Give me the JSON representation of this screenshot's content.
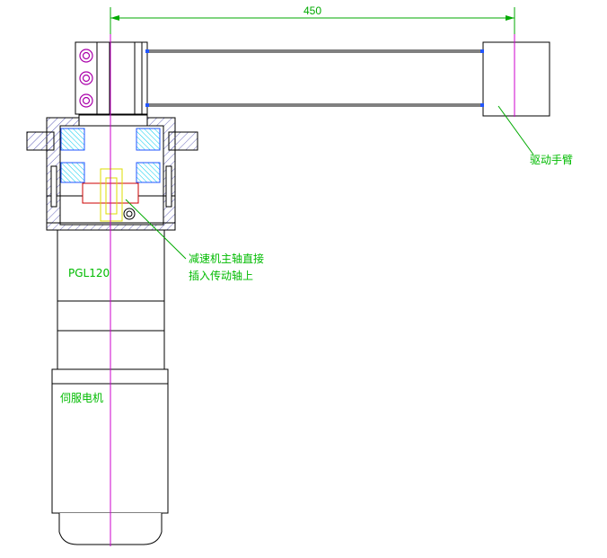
{
  "dimension": {
    "value": "450"
  },
  "labels": {
    "drive_arm": "驱动手臂",
    "reducer_note_line1": "减速机主轴直接",
    "reducer_note_line2": "插入传动轴上",
    "reducer_model": "PGL120",
    "servo_motor": "伺服电机"
  },
  "colors": {
    "outline": "#000000",
    "dimension": "#00aa00",
    "label": "#00bb00",
    "centerline": "#cc00cc",
    "hatch": "#6666bb",
    "bearing": "#2255ff",
    "bearing_hatch": "#00ccee",
    "bolt": "#aa00aa",
    "shaft_key": "#dddd00",
    "coupling": "#cc0000"
  }
}
